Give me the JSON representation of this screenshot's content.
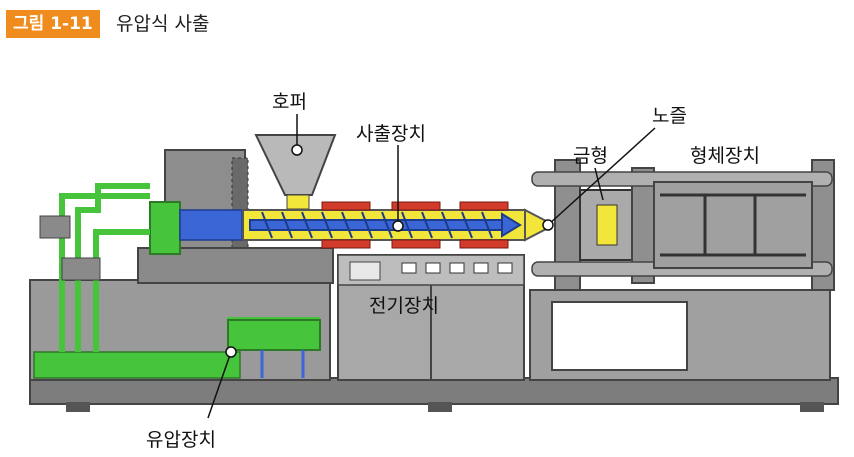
{
  "figure": {
    "badge": "그림 1-11",
    "title": "유압식 사출"
  },
  "labels": {
    "hopper": "호퍼",
    "injection_unit": "사출장치",
    "nozzle": "노즐",
    "mold": "금형",
    "clamping_unit": "형체장치",
    "electrical_unit": "전기장치",
    "hydraulic_unit": "유압장치"
  },
  "colors": {
    "badge": "#f08c1e",
    "machine_body": "#8f8f8f",
    "hydraulic": "#46c43c",
    "heater_band": "#d23a2a",
    "screw_blue": "#3b67d6",
    "melt_yellow": "#f2e63a"
  }
}
